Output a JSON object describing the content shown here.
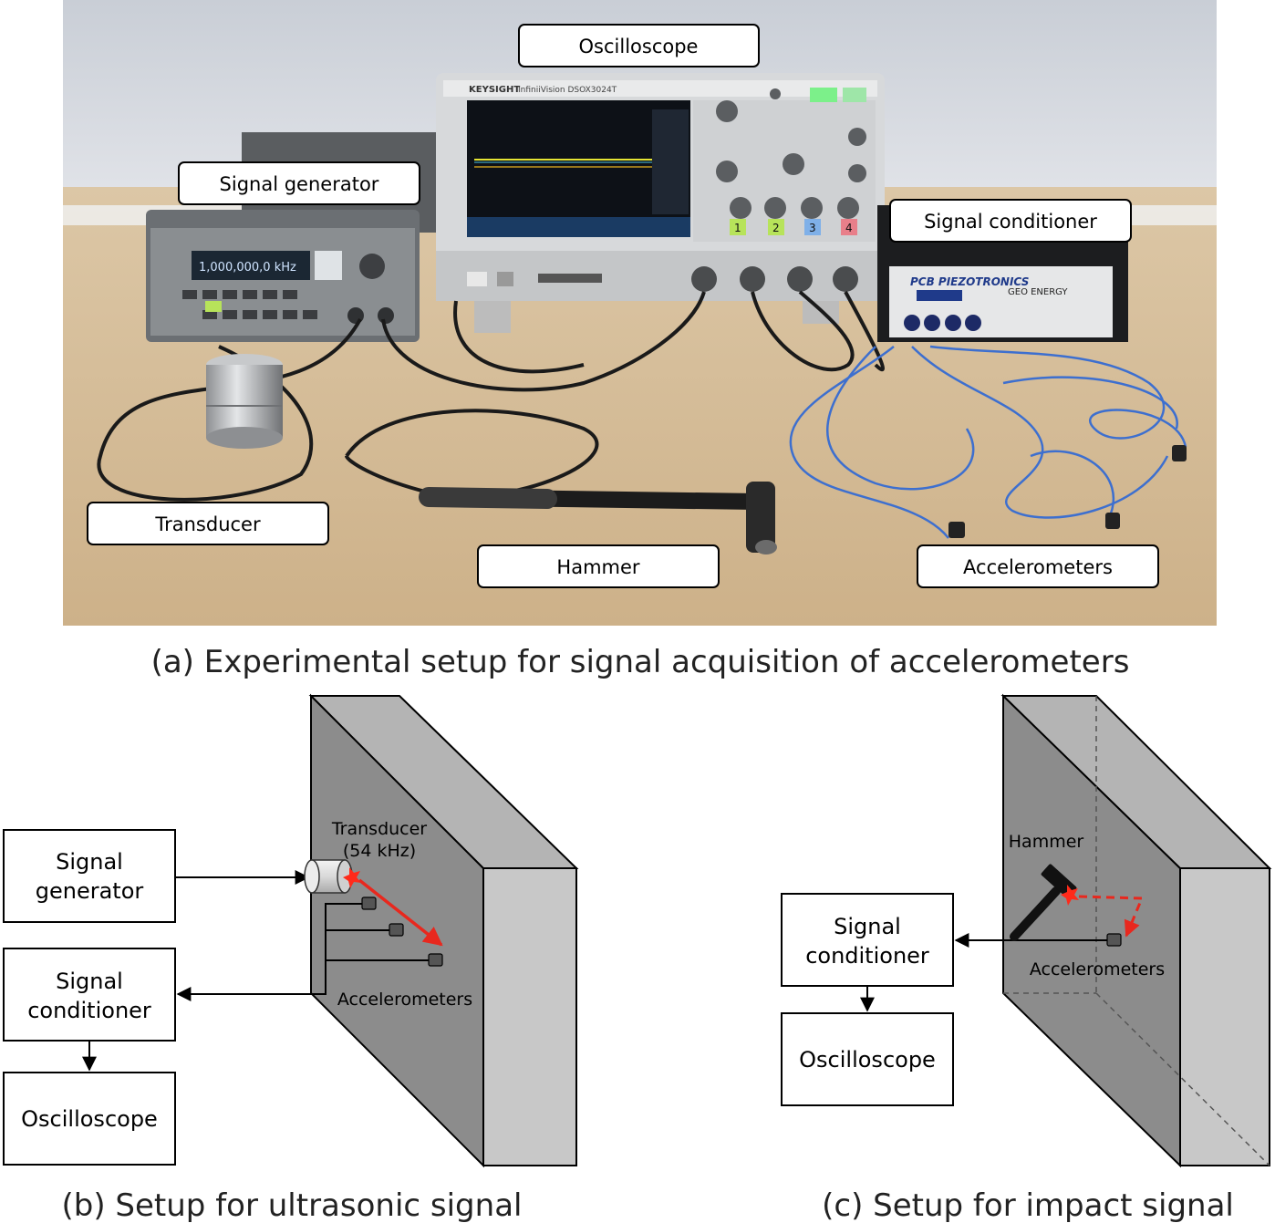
{
  "panel_a": {
    "caption": "(a) Experimental setup for signal acquisition of accelerometers",
    "labels": {
      "oscilloscope": "Oscilloscope",
      "signal_generator": "Signal generator",
      "signal_conditioner": "Signal conditioner",
      "transducer": "Transducer",
      "hammer": "Hammer",
      "accelerometers": "Accelerometers"
    },
    "photo_text": {
      "scope_brand": "KEYSIGHT",
      "scope_model": "InfiniiVision DSOX3024T",
      "generator_display": "1,000,000,0 kHz",
      "conditioner_brand": "PCB PIEZOTRONICS",
      "conditioner_model": "GEO ENERGY",
      "channels": [
        "1",
        "2",
        "3",
        "4"
      ]
    }
  },
  "panel_b": {
    "caption": "(b) Setup for ultrasonic signal",
    "signal_generator": [
      "Signal",
      "generator"
    ],
    "signal_conditioner": [
      "Signal",
      "conditioner"
    ],
    "oscilloscope": "Oscilloscope",
    "transducer": [
      "Transducer",
      "(54 kHz)"
    ],
    "accelerometers": "Accelerometers"
  },
  "panel_c": {
    "caption": "(c) Setup for impact signal",
    "hammer": "Hammer",
    "signal_conditioner": [
      "Signal",
      "conditioner"
    ],
    "oscilloscope": "Oscilloscope",
    "accelerometers": "Accelerometers"
  },
  "colors": {
    "wall_front": "#8c8c8c",
    "wall_side": "#c8c8c8",
    "wall_top": "#b4b4b4",
    "wave_arrow": "#e8281e",
    "burst": "#ff2a1a"
  }
}
